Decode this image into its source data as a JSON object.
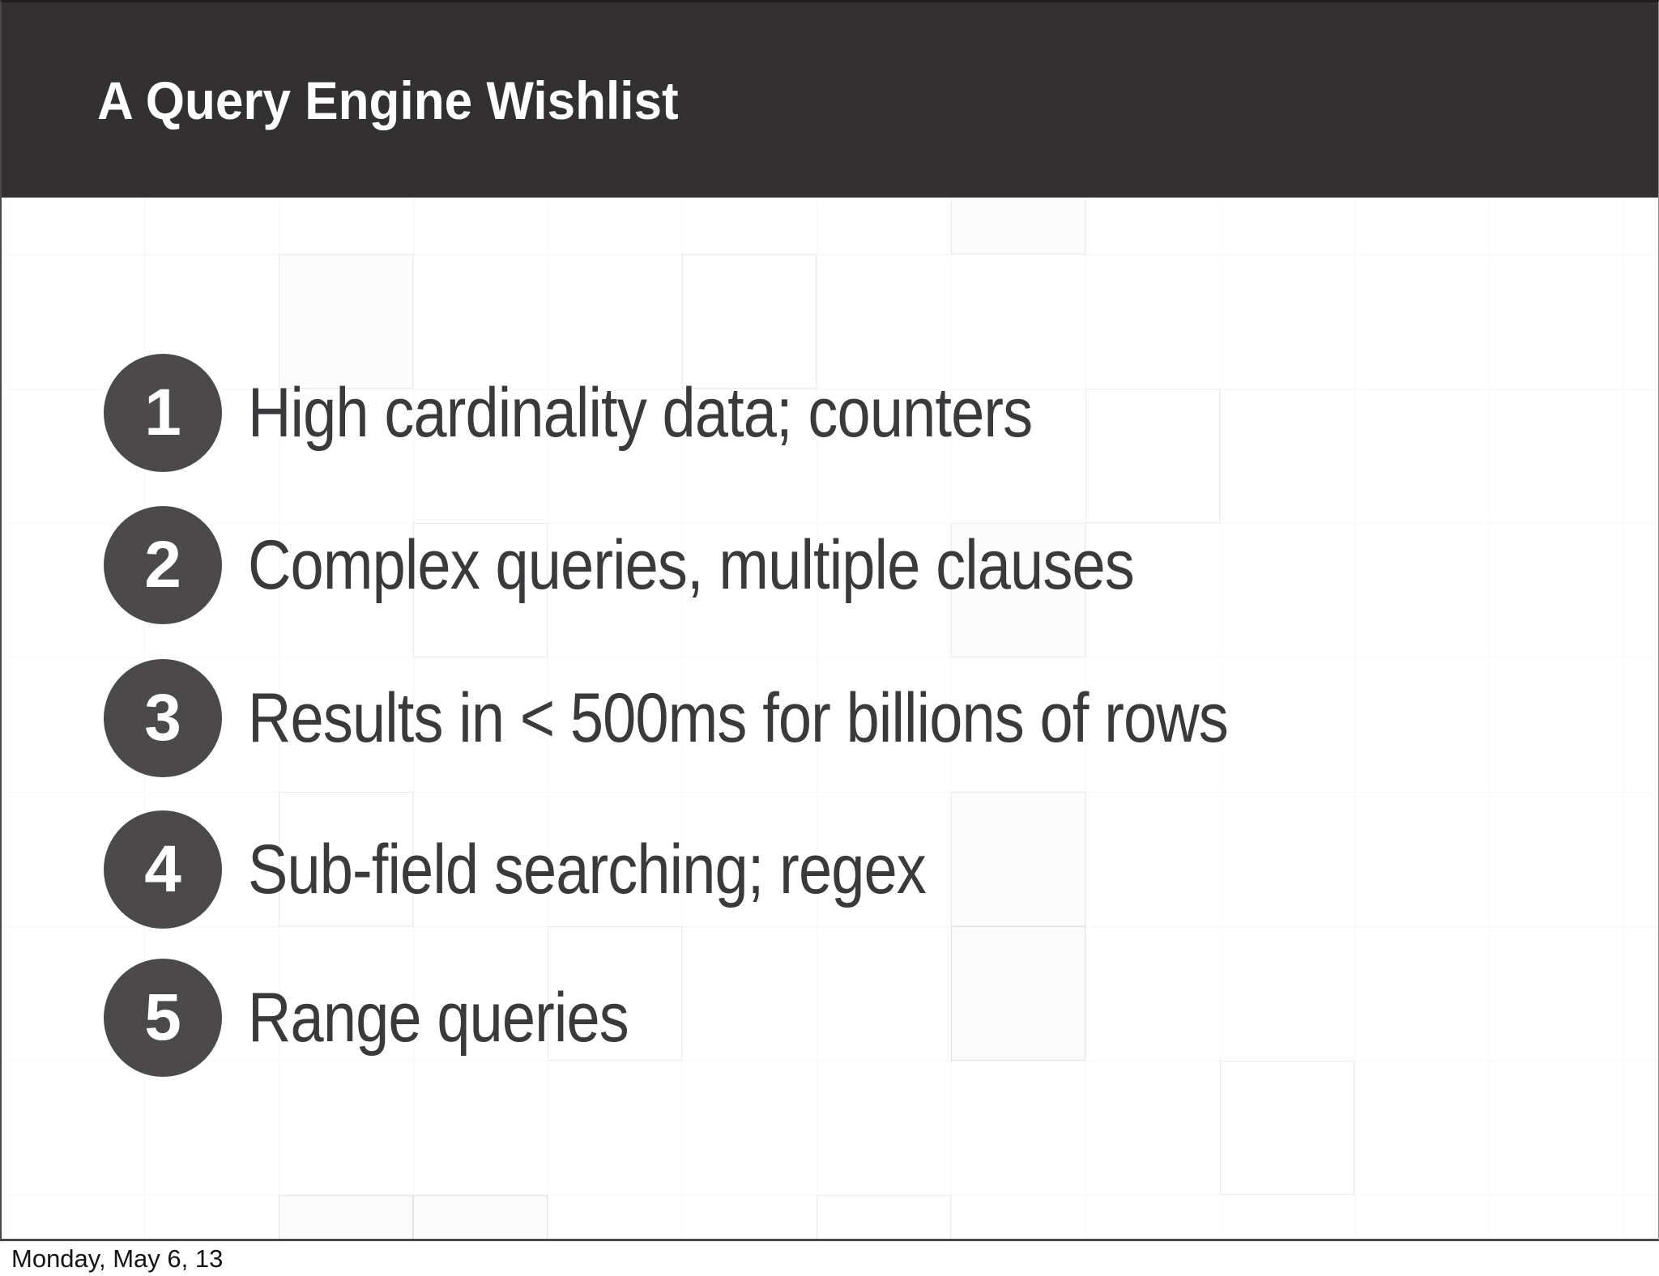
{
  "slide": {
    "title": "A Query Engine Wishlist",
    "items": [
      {
        "number": "1",
        "text": "High cardinality data; counters"
      },
      {
        "number": "2",
        "text": "Complex queries, multiple clauses"
      },
      {
        "number": "3",
        "text": "Results in < 500ms for billions of rows"
      },
      {
        "number": "4",
        "text": "Sub-field searching; regex"
      },
      {
        "number": "5",
        "text": "Range queries"
      }
    ]
  },
  "footer": {
    "date": "Monday, May 6, 13"
  },
  "colors": {
    "header_bg": "#323031",
    "title_text": "#ffffff",
    "bullet_circle": "#4b494a",
    "item_text": "#3b393c",
    "slide_border": "#4a484a",
    "grid_line": "#ececec"
  }
}
